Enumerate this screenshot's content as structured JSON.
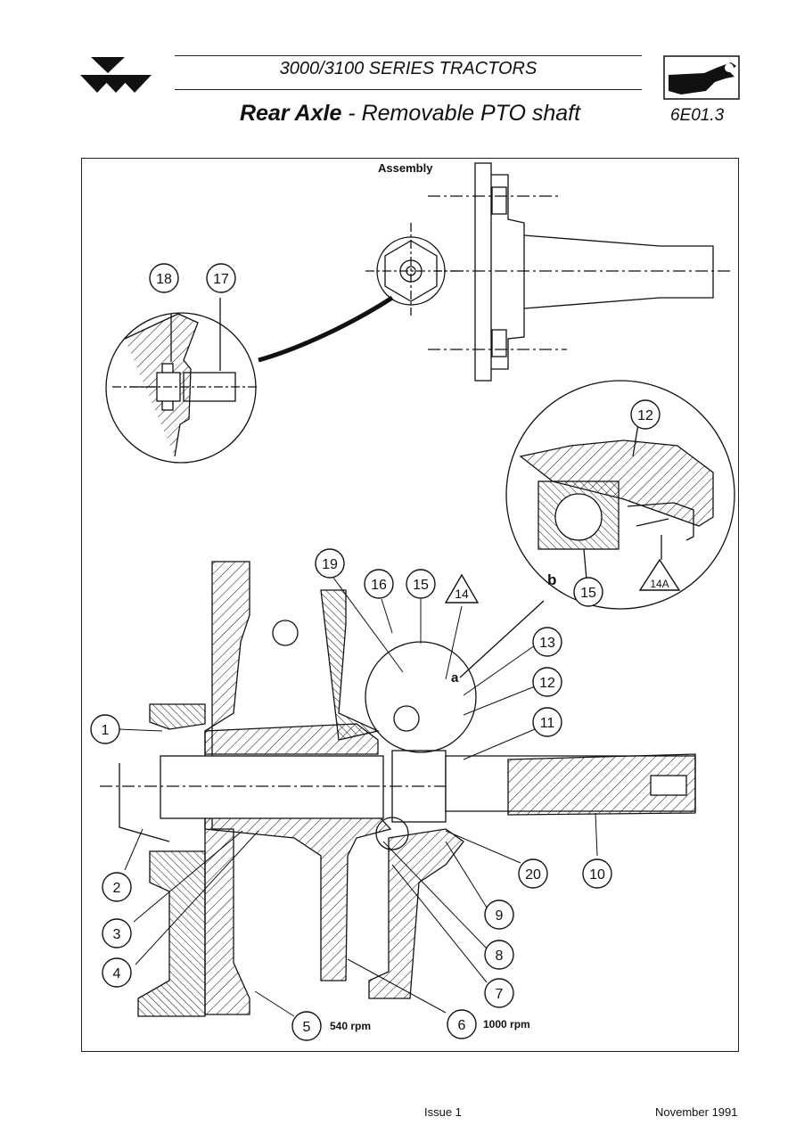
{
  "header": {
    "series": "3000/3100 SERIES TRACTORS",
    "title_bold": "Rear Axle",
    "title_rest": " - Removable PTO shaft",
    "page_ref": "6E01.3"
  },
  "figure": {
    "assembly_label": "Assembly",
    "detail_a": "a",
    "detail_b": "b",
    "speed_540": "540 rpm",
    "speed_1000": "1000 rpm",
    "callouts": [
      "1",
      "2",
      "3",
      "4",
      "5",
      "6",
      "7",
      "8",
      "9",
      "10",
      "11",
      "12",
      "13",
      "14",
      "15",
      "16",
      "17",
      "18",
      "19",
      "20"
    ],
    "detail_b_callouts": [
      "12",
      "15",
      "14A"
    ]
  },
  "footer": {
    "issue": "Issue 1",
    "date": "November 1991"
  }
}
